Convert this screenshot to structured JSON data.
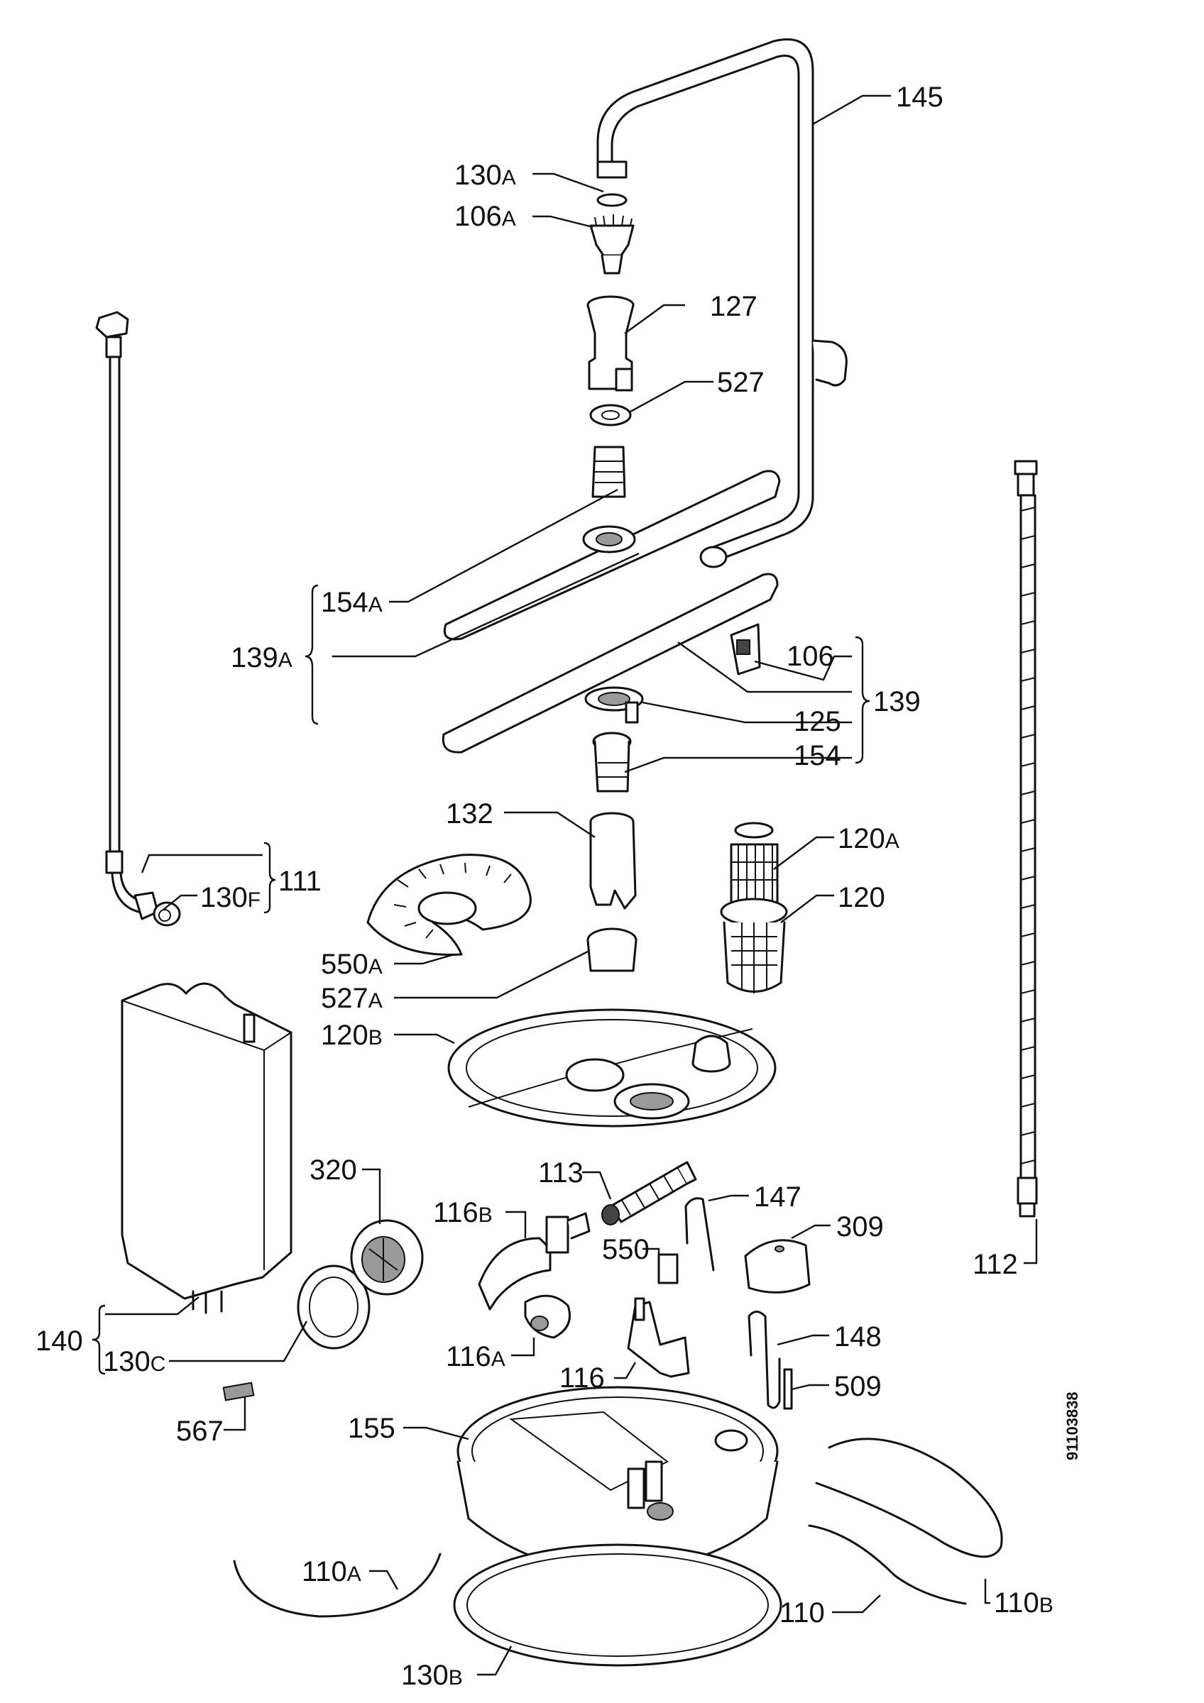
{
  "document_number": "91103838",
  "labels": [
    {
      "id": "145",
      "num": "145",
      "suffix": ""
    },
    {
      "id": "130a",
      "num": "130",
      "suffix": "A"
    },
    {
      "id": "106a",
      "num": "106",
      "suffix": "A"
    },
    {
      "id": "127",
      "num": "127",
      "suffix": ""
    },
    {
      "id": "527",
      "num": "527",
      "suffix": ""
    },
    {
      "id": "154a",
      "num": "154",
      "suffix": "A"
    },
    {
      "id": "139a",
      "num": "139",
      "suffix": "A"
    },
    {
      "id": "106",
      "num": "106",
      "suffix": ""
    },
    {
      "id": "139",
      "num": "139",
      "suffix": ""
    },
    {
      "id": "125",
      "num": "125",
      "suffix": ""
    },
    {
      "id": "154",
      "num": "154",
      "suffix": ""
    },
    {
      "id": "132",
      "num": "132",
      "suffix": ""
    },
    {
      "id": "120a",
      "num": "120",
      "suffix": "A"
    },
    {
      "id": "120",
      "num": "120",
      "suffix": ""
    },
    {
      "id": "111",
      "num": "111",
      "suffix": ""
    },
    {
      "id": "130f",
      "num": "130",
      "suffix": "F"
    },
    {
      "id": "550a",
      "num": "550",
      "suffix": "A"
    },
    {
      "id": "527a",
      "num": "527",
      "suffix": "A"
    },
    {
      "id": "120b",
      "num": "120",
      "suffix": "B"
    },
    {
      "id": "113",
      "num": "113",
      "suffix": ""
    },
    {
      "id": "320",
      "num": "320",
      "suffix": ""
    },
    {
      "id": "116b",
      "num": "116",
      "suffix": "B"
    },
    {
      "id": "147",
      "num": "147",
      "suffix": ""
    },
    {
      "id": "550",
      "num": "550",
      "suffix": ""
    },
    {
      "id": "309",
      "num": "309",
      "suffix": ""
    },
    {
      "id": "112",
      "num": "112",
      "suffix": ""
    },
    {
      "id": "148",
      "num": "148",
      "suffix": ""
    },
    {
      "id": "140",
      "num": "140",
      "suffix": ""
    },
    {
      "id": "130c",
      "num": "130",
      "suffix": "C"
    },
    {
      "id": "116a",
      "num": "116",
      "suffix": "A"
    },
    {
      "id": "116",
      "num": "116",
      "suffix": ""
    },
    {
      "id": "509",
      "num": "509",
      "suffix": ""
    },
    {
      "id": "567",
      "num": "567",
      "suffix": ""
    },
    {
      "id": "155",
      "num": "155",
      "suffix": ""
    },
    {
      "id": "110a",
      "num": "110",
      "suffix": "A"
    },
    {
      "id": "110",
      "num": "110",
      "suffix": ""
    },
    {
      "id": "110b",
      "num": "110",
      "suffix": "B"
    },
    {
      "id": "130b",
      "num": "130",
      "suffix": "B"
    }
  ]
}
